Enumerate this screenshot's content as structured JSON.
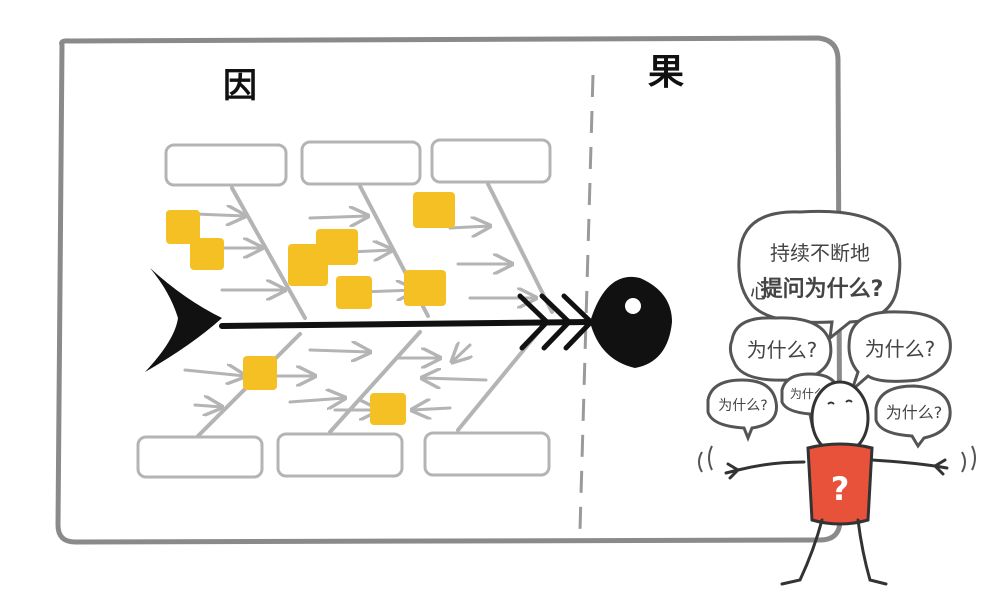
{
  "headings": {
    "cause": "因",
    "effect": "果"
  },
  "speech_bubbles": {
    "main_line1": "持续不断地",
    "main_line2": "提问为什么?",
    "why_left": "为什么?",
    "why_right": "为什么?",
    "why_small_left": "为什么?",
    "why_small_mid": "为什么?",
    "why_small_right": "为什么?"
  },
  "person": {
    "shirt_symbol": "?"
  },
  "colors": {
    "sticky_note": "#f4c024",
    "spine": "#111111",
    "bone": "#b4b4b4",
    "shirt": "#e8523a",
    "frame": "#8a8a8a"
  }
}
